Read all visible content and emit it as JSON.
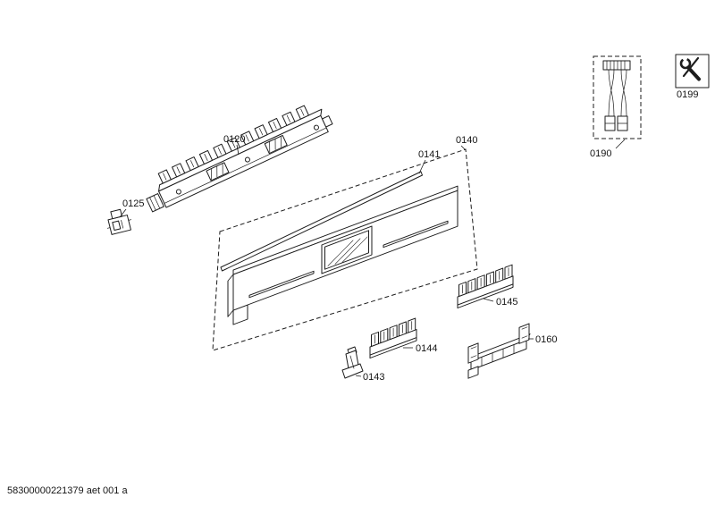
{
  "page": {
    "footer": "58300000221379 aet 001 a"
  },
  "labels": {
    "part_0120": "0120",
    "part_0125": "0125",
    "part_0140": "0140",
    "part_0141": "0141",
    "part_0143": "0143",
    "part_0144": "0144",
    "part_0145": "0145",
    "part_0160": "0160",
    "part_0190": "0190",
    "part_0199": "0199"
  },
  "icons": {
    "tool_box_icon": "wrench-icon"
  },
  "colors": {
    "line": "#1c1c1c",
    "background": "#ffffff"
  }
}
